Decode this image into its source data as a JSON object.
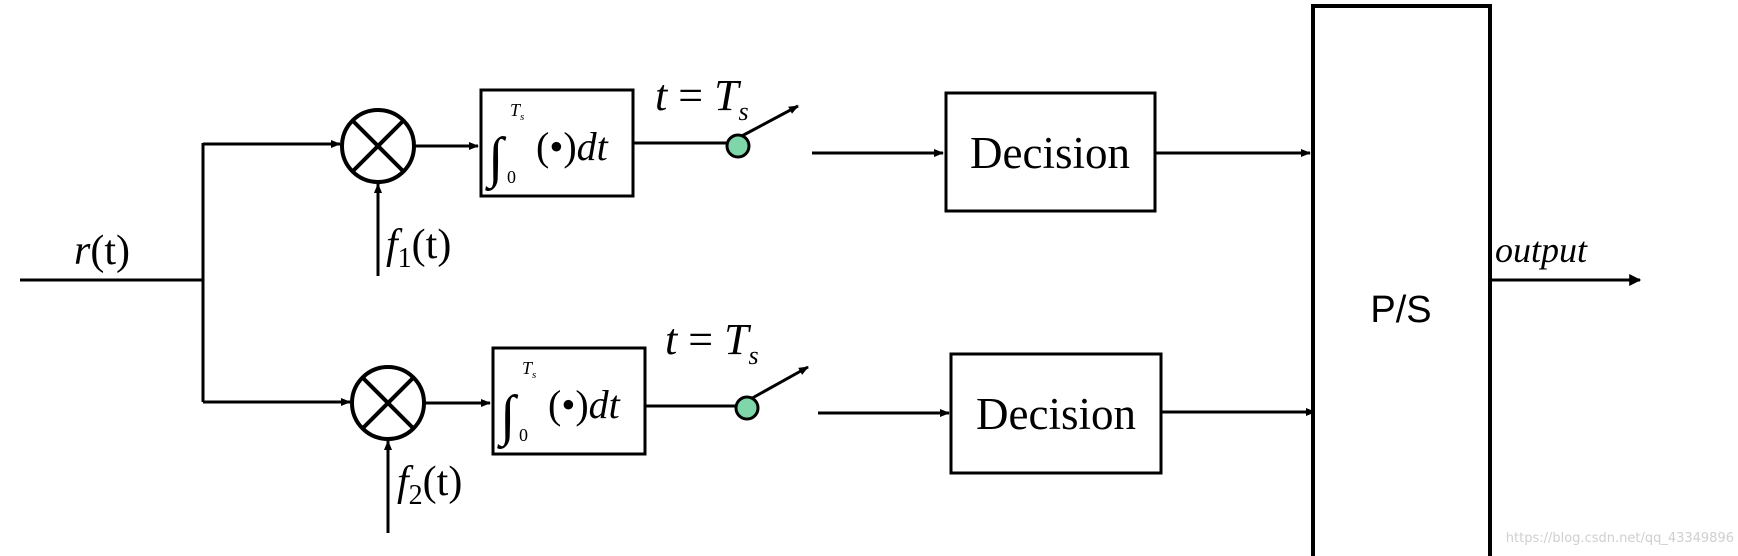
{
  "input": {
    "label_var": "r",
    "label_paren": "(t)"
  },
  "branches": [
    {
      "multiplier_symbol": "⊗",
      "carrier": {
        "var": "f",
        "sub": "1",
        "paren": "(t)"
      },
      "integrator": {
        "integral": "∫",
        "upper": "T",
        "upper_sub": "s",
        "lower": "0",
        "body": "(•)",
        "dt": "dt"
      },
      "sampler": {
        "lhs": "t",
        "eq": " = ",
        "rhs": "T",
        "rhs_sub": "s"
      },
      "decision_label": "Decision"
    },
    {
      "multiplier_symbol": "⊗",
      "carrier": {
        "var": "f",
        "sub": "2",
        "paren": "(t)"
      },
      "integrator": {
        "integral": "∫",
        "upper": "T",
        "upper_sub": "s",
        "lower": "0",
        "body": "(•)",
        "dt": "dt"
      },
      "sampler": {
        "lhs": "t",
        "eq": " = ",
        "rhs": "T",
        "rhs_sub": "s"
      },
      "decision_label": "Decision"
    }
  ],
  "ps_block": {
    "label": "P/S"
  },
  "output": {
    "label": "output"
  },
  "watermark": {
    "text": "https://blog.csdn.net/qq_43349896"
  },
  "colors": {
    "line": "#000000",
    "switch_dot": "#7fd6a8",
    "background": "#ffffff",
    "watermark": "#cfcfcf"
  }
}
